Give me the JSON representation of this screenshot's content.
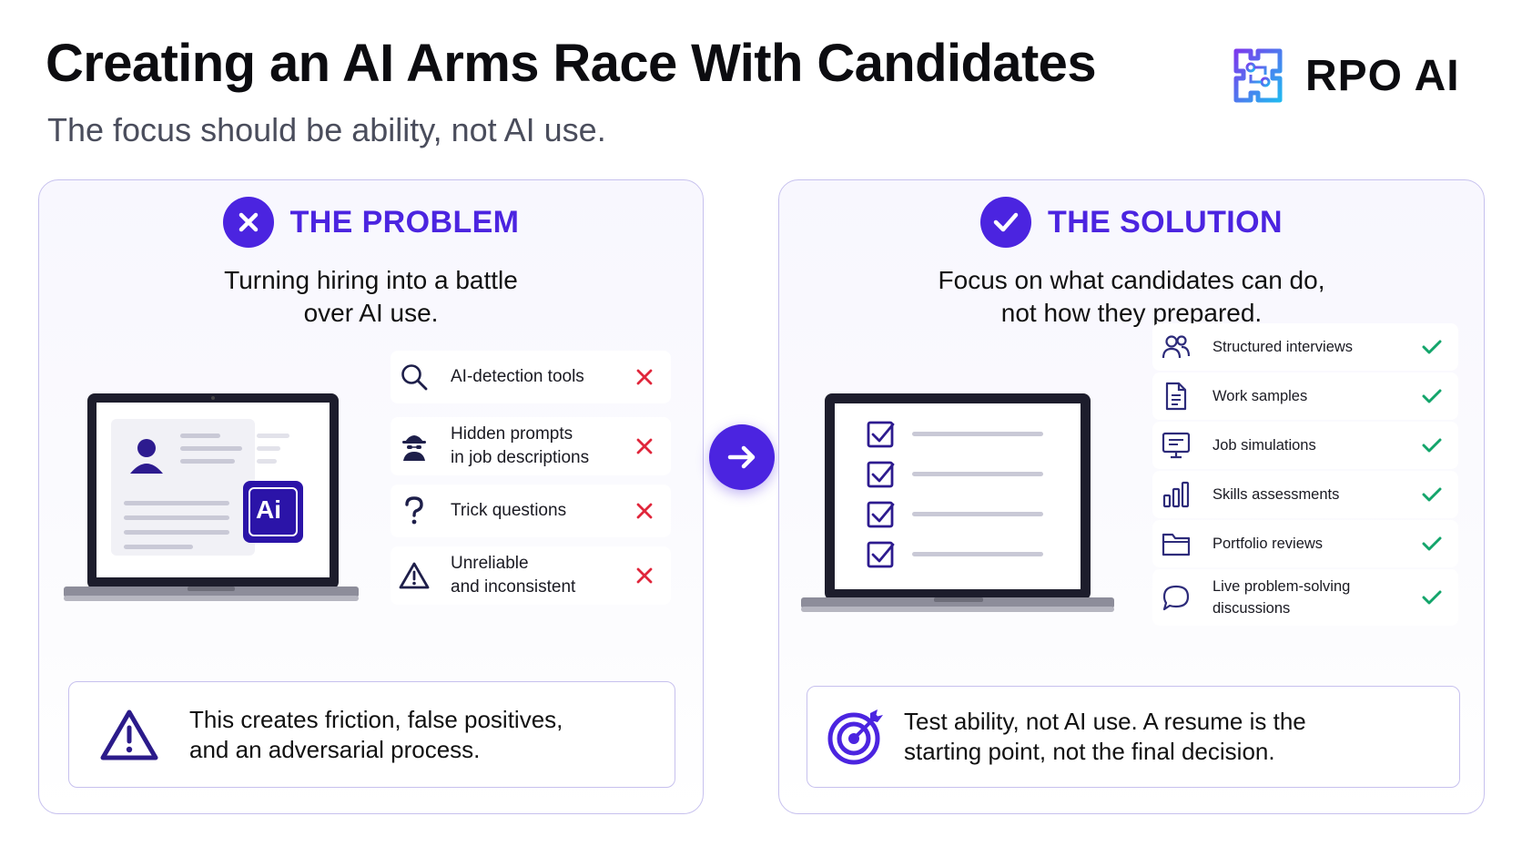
{
  "header": {
    "title": "Creating an AI Arms Race With Candidates",
    "subtitle": "The focus should be ability, not AI use.",
    "brand": "RPO AI"
  },
  "problem": {
    "heading": "THE PROBLEM",
    "subheading_line1": "Turning hiring into a battle",
    "subheading_line2": "over AI use.",
    "laptop_badge": "Ai",
    "items": [
      {
        "icon": "search-icon",
        "label_line1": "AI-detection tools",
        "label_line2": ""
      },
      {
        "icon": "spy-icon",
        "label_line1": "Hidden prompts",
        "label_line2": "in job descriptions"
      },
      {
        "icon": "question-icon",
        "label_line1": "Trick questions",
        "label_line2": ""
      },
      {
        "icon": "warning-icon",
        "label_line1": "Unreliable",
        "label_line2": "and inconsistent"
      }
    ],
    "callout_line1": "This creates friction, false positives,",
    "callout_line2": "and an adversarial process."
  },
  "solution": {
    "heading": "THE SOLUTION",
    "subheading_line1": "Focus on what candidates can do,",
    "subheading_line2": "not how they prepared.",
    "items": [
      {
        "icon": "users-icon",
        "label_line1": "Structured interviews",
        "label_line2": ""
      },
      {
        "icon": "document-icon",
        "label_line1": "Work samples",
        "label_line2": ""
      },
      {
        "icon": "monitor-icon",
        "label_line1": "Job simulations",
        "label_line2": ""
      },
      {
        "icon": "bar-chart-icon",
        "label_line1": "Skills assessments",
        "label_line2": ""
      },
      {
        "icon": "folder-icon",
        "label_line1": "Portfolio reviews",
        "label_line2": ""
      },
      {
        "icon": "chat-bubble-icon",
        "label_line1": "Live problem-solving",
        "label_line2": "discussions"
      }
    ],
    "callout_line1": "Test ability, not AI use. A resume is the",
    "callout_line2": "starting point, not the final decision."
  },
  "colors": {
    "accent": "#4b24e0",
    "cross": "#e0263b",
    "check": "#13a56b",
    "panel_border": "#c7c1ee"
  }
}
